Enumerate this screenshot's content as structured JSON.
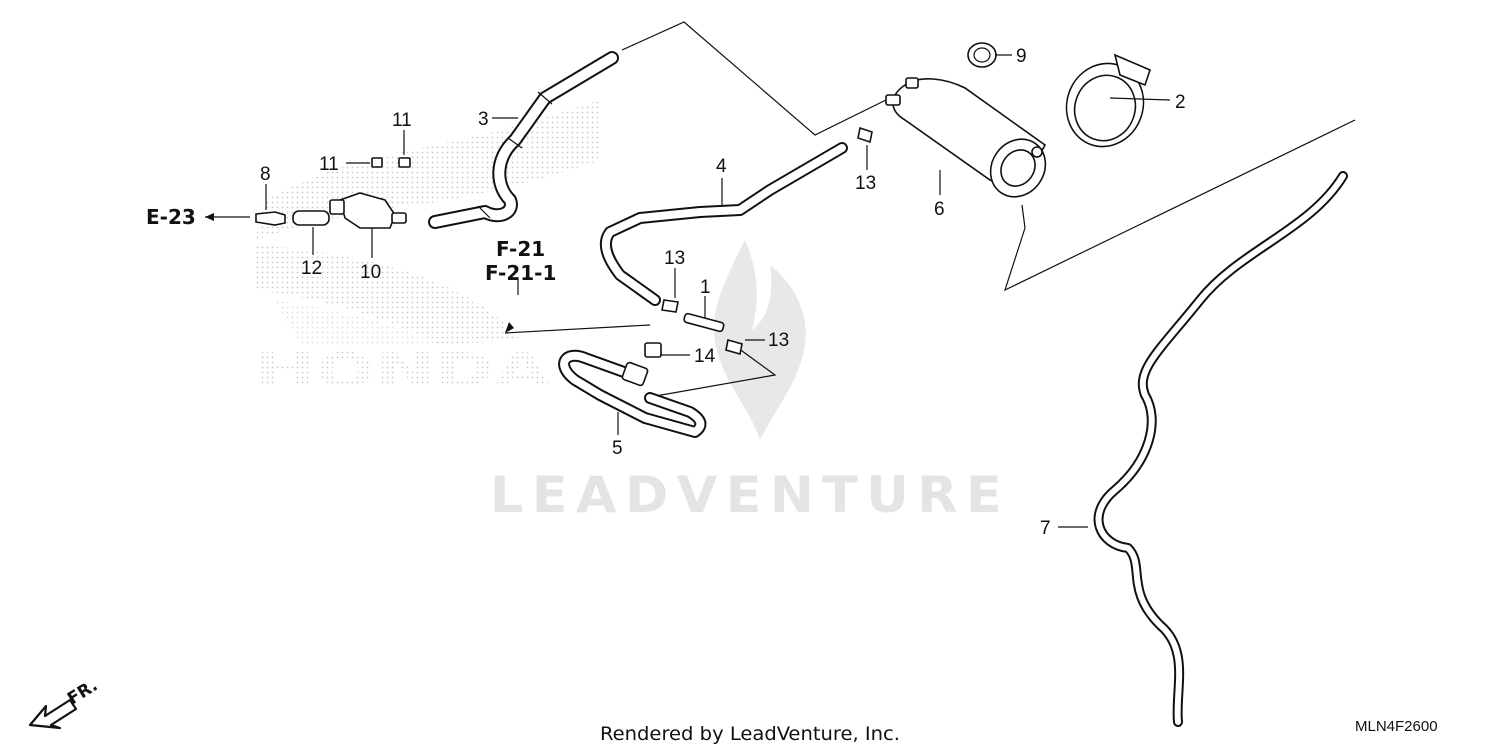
{
  "callouts": {
    "p1": "1",
    "p2": "2",
    "p3": "3",
    "p4": "4",
    "p5": "5",
    "p6": "6",
    "p7": "7",
    "p8": "8",
    "p9": "9",
    "p10": "10",
    "p11a": "11",
    "p11b": "11",
    "p12": "12",
    "p13a": "13",
    "p13b": "13",
    "p13c": "13",
    "p14": "14"
  },
  "references": {
    "e23": "E-23",
    "f21": "F-21",
    "f211": "F-21-1"
  },
  "direction_label": "FR.",
  "watermark": {
    "text": "LEADVENTURE",
    "brand": "HONDA"
  },
  "footer": {
    "rendered_by": "Rendered by LeadVenture, Inc.",
    "diagram_code": "MLN4F2600"
  },
  "colors": {
    "line": "#111111",
    "watermark": "#e4e4e4",
    "dots": "#c8c8c8"
  }
}
